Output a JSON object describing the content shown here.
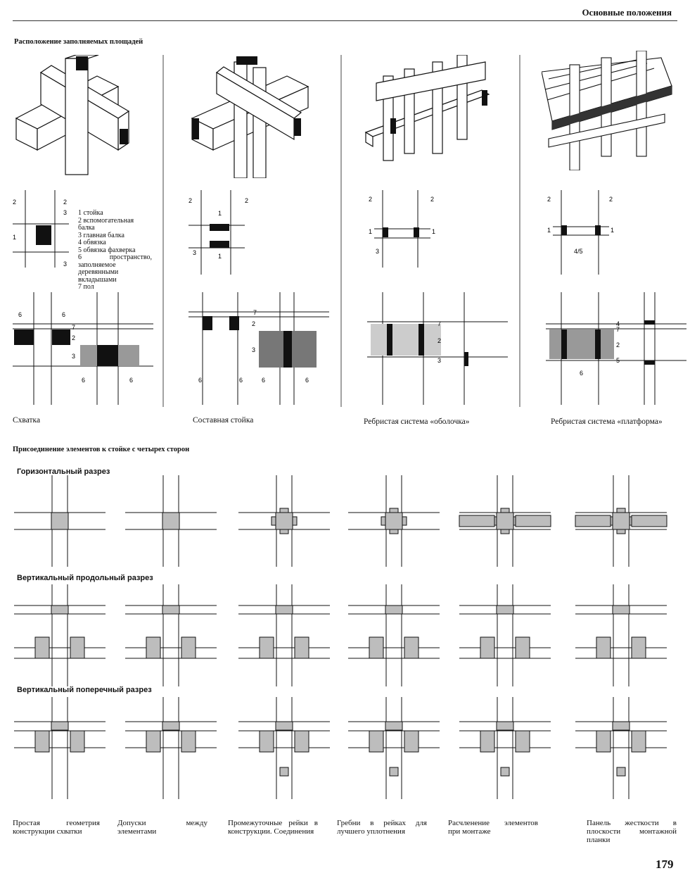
{
  "header": {
    "title": "Основные положения"
  },
  "section1": {
    "title": "Расположение заполняемых площадей"
  },
  "legend": {
    "items": [
      "1 стойка",
      "2 вспомогательная балка",
      "3 главная балка",
      "4 обвязка",
      "5 обвязка фахверка",
      "6 пространство, заполняемое деревянными вкладышами",
      "7 пол"
    ]
  },
  "diagram_labels": {
    "n1": "1",
    "n2": "2",
    "n3": "3",
    "n45": "4/5",
    "n4": "4",
    "n5": "5",
    "n6": "6",
    "n7": "7"
  },
  "systems": [
    {
      "caption": "Схватка"
    },
    {
      "caption": "Составная стойка"
    },
    {
      "caption": "Ребристая система «оболочка»"
    },
    {
      "caption": "Ребристая система «платформа»"
    }
  ],
  "section2": {
    "title": "Присоединение элементов к стойке с четырех сторон",
    "row_titles": [
      "Горизонтальный разрез",
      "Вертикальный продольный разрез",
      "Вертикальный поперечный разрез"
    ]
  },
  "columns": [
    {
      "caption": "Простая геометрия конструкции схватки"
    },
    {
      "caption": "Допуски между элементами"
    },
    {
      "caption": "Промежуточные рейки в конструкции. Соединения"
    },
    {
      "caption": "Гребни в рейках для лучшего уплотнения"
    },
    {
      "caption": "Расчленение элементов при монтаже"
    },
    {
      "caption": "Панель жесткости в плоскости монтажной планки"
    }
  ],
  "page_number": "179",
  "colors": {
    "ink": "#111111",
    "shade": "#bdbdbd",
    "dark": "#1a1a1a"
  }
}
